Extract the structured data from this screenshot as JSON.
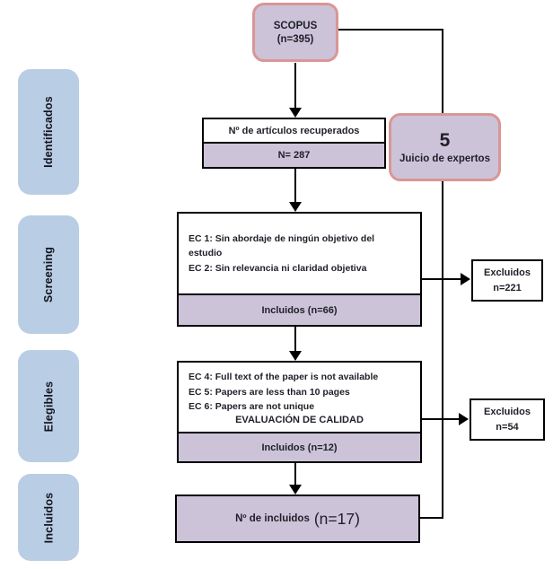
{
  "stages": [
    {
      "label": "Identificados"
    },
    {
      "label": "Screening"
    },
    {
      "label": "Elegibles"
    },
    {
      "label": "Incluidos"
    }
  ],
  "nodes": {
    "scopus": {
      "name": "SCOPUS",
      "count": "(n=395)"
    },
    "expertos": {
      "number": "5",
      "label": "Juicio de expertos"
    },
    "recuperados": {
      "title": "Nº de artículos recuperados",
      "count": "N= 287"
    },
    "screening_box": {
      "ec1": "EC 1: Sin abordaje de ningún objetivo del estudio",
      "ec2": "EC 2: Sin relevancia ni claridad objetiva",
      "included": "Incluidos (n=66)"
    },
    "elegibles_box": {
      "ec4": "EC 4: Full text of the paper  is not available",
      "ec5": "EC 5: Papers  are less than 10 pages",
      "ec6": "EC 6: Papers  are not unique",
      "subtitle": "EVALUACIÓN DE CALIDAD",
      "included": "Incluidos (n=12)"
    },
    "excluded_screening": {
      "line1": "Excluidos",
      "line2": "n=221"
    },
    "excluded_elegibles": {
      "line1": "Excluidos",
      "line2": "n=54"
    },
    "final": {
      "label": "Nº de incluidos",
      "count": "(n=17)"
    }
  },
  "colors": {
    "stage_fill": "#b9cde5",
    "node_fill": "#ccc3d9",
    "accent_border": "#d99694",
    "line": "#000000"
  }
}
